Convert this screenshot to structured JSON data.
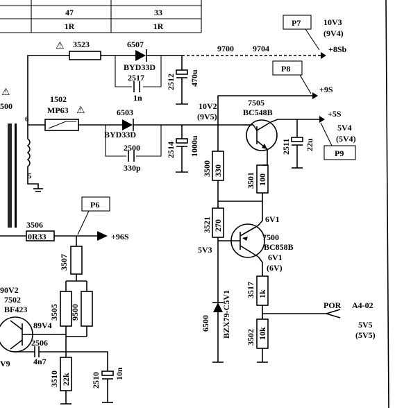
{
  "table": {
    "rows": [
      [
        "47",
        "33"
      ],
      [
        "1R",
        "1R"
      ]
    ]
  },
  "labels": {
    "r3523": "3523",
    "d6507": "6507",
    "d6507_type": "BYD33D",
    "c2517": "2517",
    "c2517_val": "1n",
    "c2512": "2512",
    "c2512_val": "470u",
    "n9700": "9700",
    "n9704": "9704",
    "net_8sb": "+8Sb",
    "p7": "P7",
    "v10v3": "10V3",
    "v9v4": "(9V4)",
    "p8": "P8",
    "net_9s": "+9S",
    "v10v2": "10V2",
    "v9v5": "(9V5)",
    "t7505": "7505",
    "t7505_type": "BC548B",
    "net_5s": "+5S",
    "v5v4": "5V4",
    "v5v4b": "(5V4)",
    "p9": "P9",
    "c2511": "2511",
    "c2511_val": "22u",
    "f1502": "1502",
    "f1502_type": "MP63",
    "d6503": "6503",
    "d6503_type": "BYD33D",
    "c2500": "2500",
    "c2500_val": "330p",
    "c2514": "2514",
    "c2514_val": "1000u",
    "r3500": "3500",
    "r3500_val": "330",
    "r3501": "3501",
    "r3501_val": "100",
    "pin6": "6",
    "pin5": "5",
    "n500": "500",
    "r3506": "3506",
    "r3506_val": "0R33",
    "p6": "P6",
    "net_96s": "+96S",
    "r3507": "3507",
    "r3521": "3521",
    "r3521_val": "270",
    "v6v1": "6V1",
    "t7500": "7500",
    "t7500_type": "BC858B",
    "v5v3": "5V3",
    "v6v1b": "6V1",
    "v6v": "(6V)",
    "v90v2": "90V2",
    "t7502": "7502",
    "t7502_type": "BF423",
    "v89v4": "89V4",
    "r3505": "3505",
    "r3505_val": "9500",
    "r3517": "3517",
    "r3517_val": "1k",
    "d6500": "6500",
    "d6500_type": "BZX79-C5V1",
    "por": "POR",
    "a402": "A4-02",
    "v5v5": "5V5",
    "v5v5b": "(5V5)",
    "c2506": "2506",
    "c2506_val": "4n7",
    "v9": "V9",
    "r3510": "3510",
    "r3510_val": "22k",
    "c2510": "2510",
    "c2510_val": "10n",
    "r3502": "3502",
    "r3502_val": "10k"
  }
}
